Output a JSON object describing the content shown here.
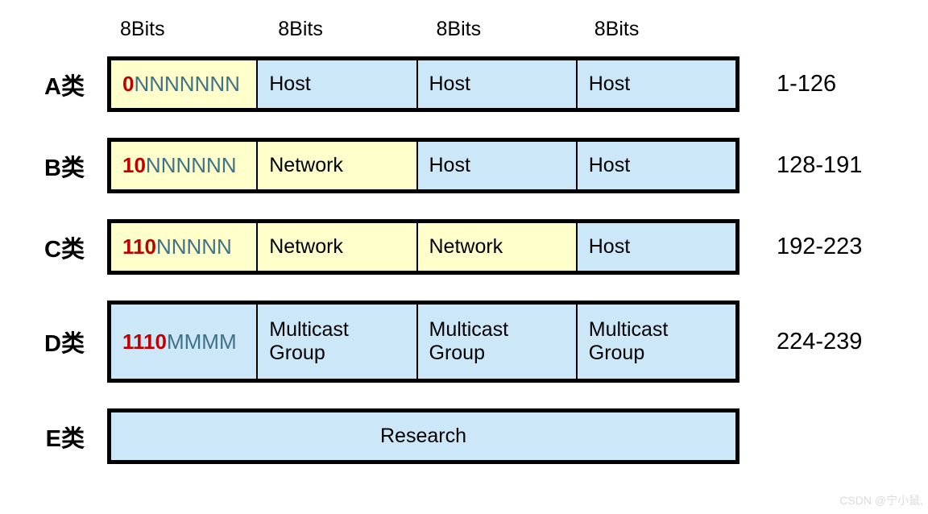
{
  "colors": {
    "cell_yellow": "#FFFFCC",
    "cell_blue": "#CBE7F8",
    "bit_prefix_red": "#C00000",
    "bit_letter_teal": "#3F7286",
    "border_black": "#000000",
    "watermark_gray": "#DBDBDB"
  },
  "bit_headers": [
    "8Bits",
    "8Bits",
    "8Bits",
    "8Bits"
  ],
  "rows": [
    {
      "class_label": "A类",
      "range": "1-126",
      "height": 69,
      "cells": [
        {
          "bg": "yellow",
          "bits_prefix": "0",
          "bits_letters": "NNNNNNN"
        },
        {
          "bg": "blue",
          "text": "Host"
        },
        {
          "bg": "blue",
          "text": "Host"
        },
        {
          "bg": "blue",
          "text": "Host"
        }
      ]
    },
    {
      "class_label": "B类",
      "range": "128-191",
      "height": 69,
      "cells": [
        {
          "bg": "yellow",
          "bits_prefix": "10",
          "bits_letters": "NNNNNN"
        },
        {
          "bg": "yellow",
          "text": "Network"
        },
        {
          "bg": "blue",
          "text": "Host"
        },
        {
          "bg": "blue",
          "text": "Host"
        }
      ]
    },
    {
      "class_label": "C类",
      "range": "192-223",
      "height": 69,
      "cells": [
        {
          "bg": "yellow",
          "bits_prefix": "110",
          "bits_letters": "NNNNN"
        },
        {
          "bg": "yellow",
          "text": "Network"
        },
        {
          "bg": "yellow",
          "text": "Network"
        },
        {
          "bg": "blue",
          "text": "Host"
        }
      ]
    },
    {
      "class_label": "D类",
      "range": "224-239",
      "height": 102,
      "cells": [
        {
          "bg": "blue",
          "bits_prefix": "1110",
          "bits_letters": "MMMM"
        },
        {
          "bg": "blue",
          "text": "Multicast Group"
        },
        {
          "bg": "blue",
          "text": "Multicast Group"
        },
        {
          "bg": "blue",
          "text": "Multicast Group"
        }
      ]
    },
    {
      "class_label": "E类",
      "range": "",
      "height": 69,
      "cells": [
        {
          "bg": "blue",
          "text": "Research",
          "span_all": true
        }
      ]
    }
  ],
  "watermark": "CSDN @宁小鼠,"
}
